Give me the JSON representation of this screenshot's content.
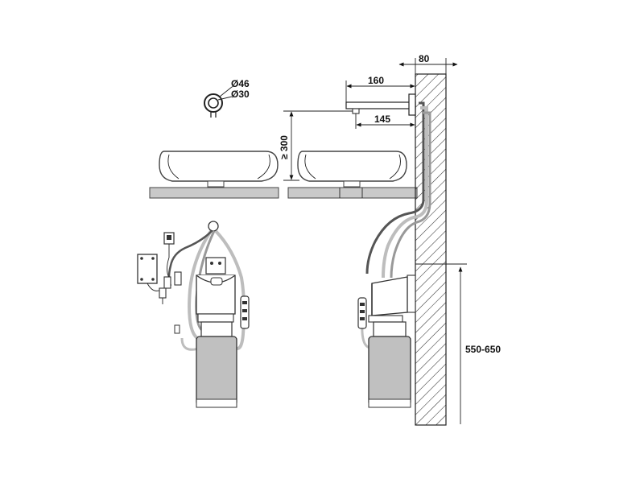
{
  "dimensions": {
    "outer_diameter": "Ø46",
    "inner_diameter": "Ø30",
    "spout_reach": "160",
    "outlet_offset": "145",
    "wall_depth": "80",
    "min_height": "≥ 300",
    "mount_height": "550-650"
  },
  "colors": {
    "line": "#222222",
    "slab": "#c9c9c9",
    "tank": "#c0c0c0",
    "hose_light": "#bdbdbd",
    "hose_dark": "#555555"
  }
}
